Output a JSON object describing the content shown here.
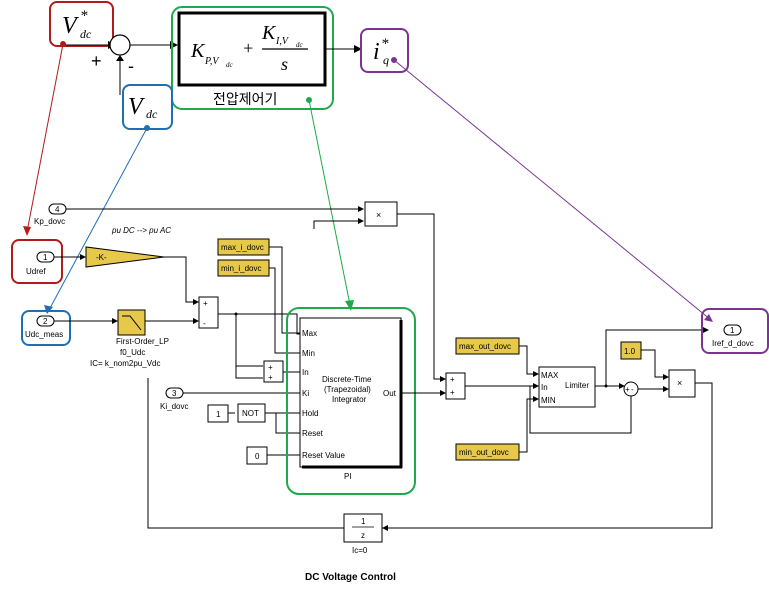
{
  "title": "DC Voltage Control",
  "callouts": {
    "vdc_ref": {
      "main": "V",
      "sub": "dc",
      "sup": "*"
    },
    "vdc": {
      "main": "V",
      "sub": "dc"
    },
    "iq_ref": {
      "main": "i",
      "sub": "q",
      "sup": "*"
    },
    "controller": {
      "kp": "K",
      "kp_sub": "P,V",
      "kp_subsub": "dc",
      "plus": "+",
      "ki": "K",
      "ki_sub": "I,V",
      "ki_subsub": "dc",
      "den": "s",
      "caption": "전압제어기"
    },
    "sum_plus": "+",
    "sum_minus": "-"
  },
  "ports": {
    "kp": {
      "num": "4",
      "label": "Kp_dovc"
    },
    "udref": {
      "num": "1",
      "label": "Udref"
    },
    "udc_meas": {
      "num": "2",
      "label": "Udc_meas"
    },
    "ki": {
      "num": "3",
      "label": "Ki_dovc"
    },
    "iref_out": {
      "num": "1",
      "label": "Iref_d_dovc"
    }
  },
  "blocks": {
    "gain": {
      "label": "-K-",
      "caption": "pu DC --> pu AC"
    },
    "filter": {
      "line1": "First-Order_LP",
      "line2": "f0_Udc",
      "line3": "IC= k_nom2pu_Vdc"
    },
    "max_i": "max_i_dovc",
    "min_i": "min_i_dovc",
    "max_out": "max_out_dovc",
    "min_out": "min_out_dovc",
    "const1": "1",
    "not": "NOT",
    "const0": "0",
    "const_1_0": "1.0",
    "integrator": {
      "ports_in": [
        "Max",
        "Min",
        "In",
        "Ki",
        "Hold",
        "Reset",
        "Reset Value"
      ],
      "port_out": "Out",
      "line1": "Discrete-Time",
      "line2": "(Trapezoidal)",
      "line3": "Integrator",
      "caption": "PI"
    },
    "limiter": {
      "ports_in": [
        "MAX",
        "In",
        "MIN"
      ],
      "label": "Limiter"
    },
    "delay": {
      "num": "1",
      "den": "z",
      "caption": "Ic=0"
    },
    "product_symbol": "×",
    "sum_plus": "+",
    "sum_minus": "-"
  },
  "colors": {
    "red": "#b01c1c",
    "blue": "#1f6fb5",
    "green": "#1eaa4b",
    "purple": "#7a3593",
    "gold": "#e6c84a"
  }
}
